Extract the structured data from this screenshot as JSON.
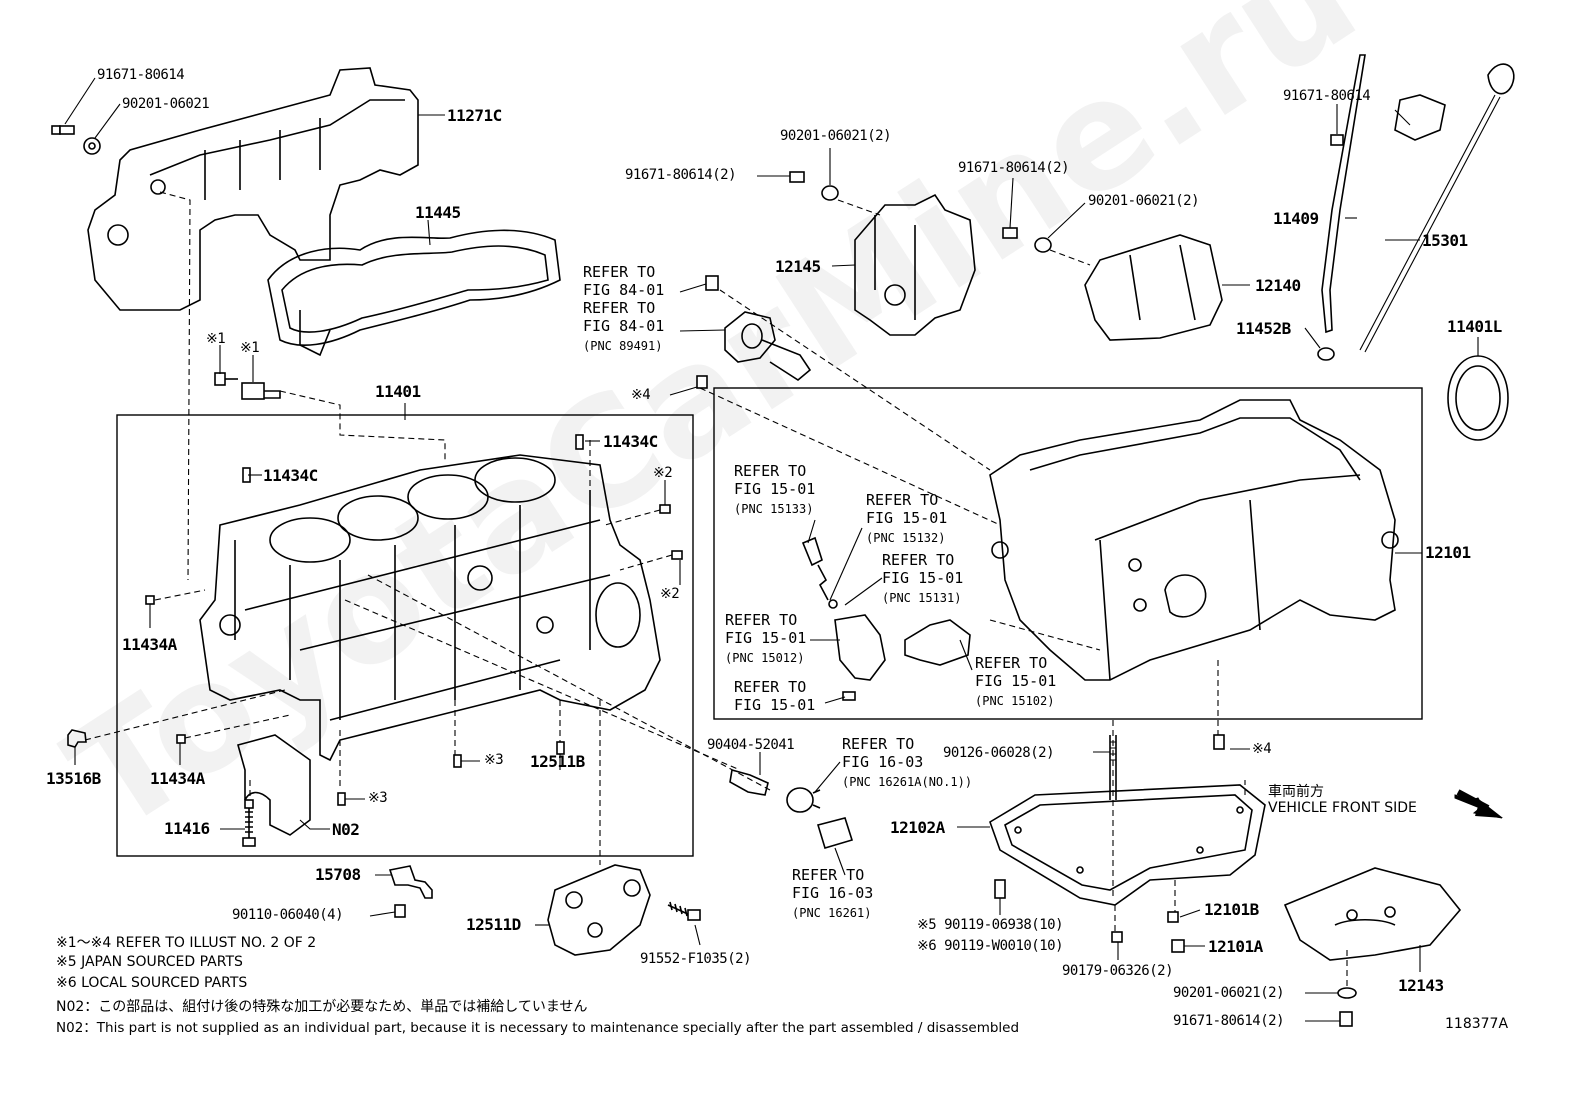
{
  "watermark": "ToyotaCarMine.ru",
  "parts": {
    "p_91671_80614_a": "91671-80614",
    "p_90201_06021_a": "90201-06021",
    "p_11271C": "11271C",
    "p_11445": "11445",
    "p_x1_a": "※1",
    "p_x1_b": "※1",
    "p_11401": "11401",
    "p_11434C_a": "11434C",
    "p_11434C_b": "11434C",
    "p_x2_a": "※2",
    "p_x2_b": "※2",
    "p_11434A_a": "11434A",
    "p_11434A_b": "11434A",
    "p_13516B": "13516B",
    "p_11416": "11416",
    "p_N02": "N02",
    "p_x3_a": "※3",
    "p_x3_b": "※3",
    "p_12511B": "12511B",
    "p_15708": "15708",
    "p_90110_06040": "90110-06040(4)",
    "p_12511D": "12511D",
    "p_91552_F1035": "91552-F1035(2)",
    "p_90201_06021_2a": "90201-06021(2)",
    "p_91671_80614_2a": "91671-80614(2)",
    "p_12145": "12145",
    "p_91671_80614_2b": "91671-80614(2)",
    "p_90201_06021_2b": "90201-06021(2)",
    "p_12140": "12140",
    "p_91671_80614_b": "91671-80614",
    "p_11409": "11409",
    "p_15301": "15301",
    "p_11452B": "11452B",
    "p_11401L": "11401L",
    "p_x4_a": "※4",
    "p_12101": "12101",
    "p_90404_52041": "90404-52041",
    "p_90126_06028": "90126-06028(2)",
    "p_x4_b": "※4",
    "p_12102A": "12102A",
    "p_x5_90119": "※5 90119-06938(10)",
    "p_x6_90119": "※6 90119-W0010(10)",
    "p_90179_06326": "90179-06326(2)",
    "p_12101B": "12101B",
    "p_12101A": "12101A",
    "p_12143": "12143",
    "p_90201_06021_2c": "90201-06021(2)",
    "p_91671_80614_2c": "91671-80614(2)"
  },
  "refs": {
    "r_8401a": [
      "REFER TO",
      "FIG 84-01",
      "REFER TO",
      "FIG 84-01",
      "(PNC 89491)"
    ],
    "r_15133": [
      "REFER TO",
      "FIG 15-01",
      "(PNC 15133)"
    ],
    "r_15132": [
      "REFER TO",
      "FIG 15-01",
      "(PNC 15132)"
    ],
    "r_15131": [
      "REFER TO",
      "FIG 15-01",
      "(PNC 15131)"
    ],
    "r_15012": [
      "REFER TO",
      "FIG 15-01",
      "(PNC 15012)"
    ],
    "r_1501": [
      "REFER TO",
      "FIG 15-01"
    ],
    "r_15102": [
      "REFER TO",
      "FIG 15-01",
      "(PNC 15102)"
    ],
    "r_16261A": [
      "REFER TO",
      "FIG 16-03",
      "(PNC 16261A(NO.1))"
    ],
    "r_16261": [
      "REFER TO",
      "FIG 16-03",
      "(PNC 16261)"
    ]
  },
  "front": {
    "jp": "車両前方",
    "en": "VEHICLE FRONT SIDE"
  },
  "notes": [
    "※1～※4  REFER TO ILLUST NO. 2 OF 2",
    "※5 JAPAN SOURCED PARTS",
    "※6 LOCAL SOURCED PARTS",
    "N02：この部品は、組付け後の特殊な加工が必要なため、単品では補給していません",
    "N02：This part is not supplied as an individual part, because it is necessary to maintenance specially after the part assembled / disassembled"
  ],
  "figure_id": "118377A"
}
